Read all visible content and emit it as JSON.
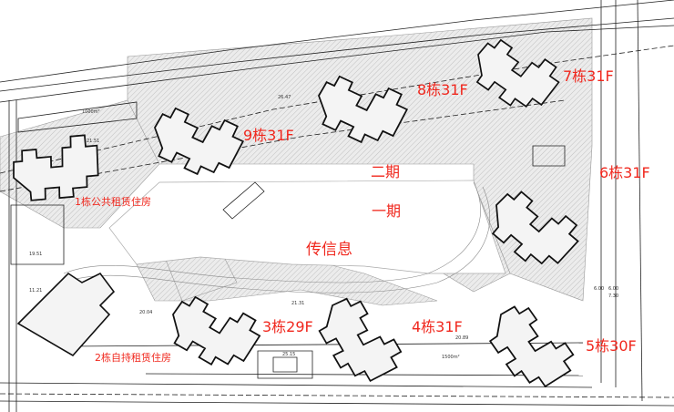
{
  "drawing": {
    "buildings": [
      {
        "label": "9栋31F"
      },
      {
        "label": "8栋31F"
      },
      {
        "label": "7栋31F"
      },
      {
        "label": "6栋31F"
      },
      {
        "label": "5栋30F"
      },
      {
        "label": "4栋31F"
      },
      {
        "label": "3栋29F"
      },
      {
        "label": "1栋公共租赁住房"
      },
      {
        "label": "2栋自持租赁住房"
      }
    ],
    "zones": {
      "phase2": "二期",
      "phase1": "一期",
      "center": "传信息"
    },
    "dimensions": [
      "21.31",
      "20.04",
      "25.15",
      "11.21",
      "19.51",
      "20.89",
      "6.00",
      "6.00",
      "7.30",
      "26.47",
      "21.51",
      "1000m²",
      "1500m²"
    ],
    "colors": {
      "label": "#f0281e",
      "line": "#111111",
      "hatch": "#bbbbbb"
    }
  }
}
